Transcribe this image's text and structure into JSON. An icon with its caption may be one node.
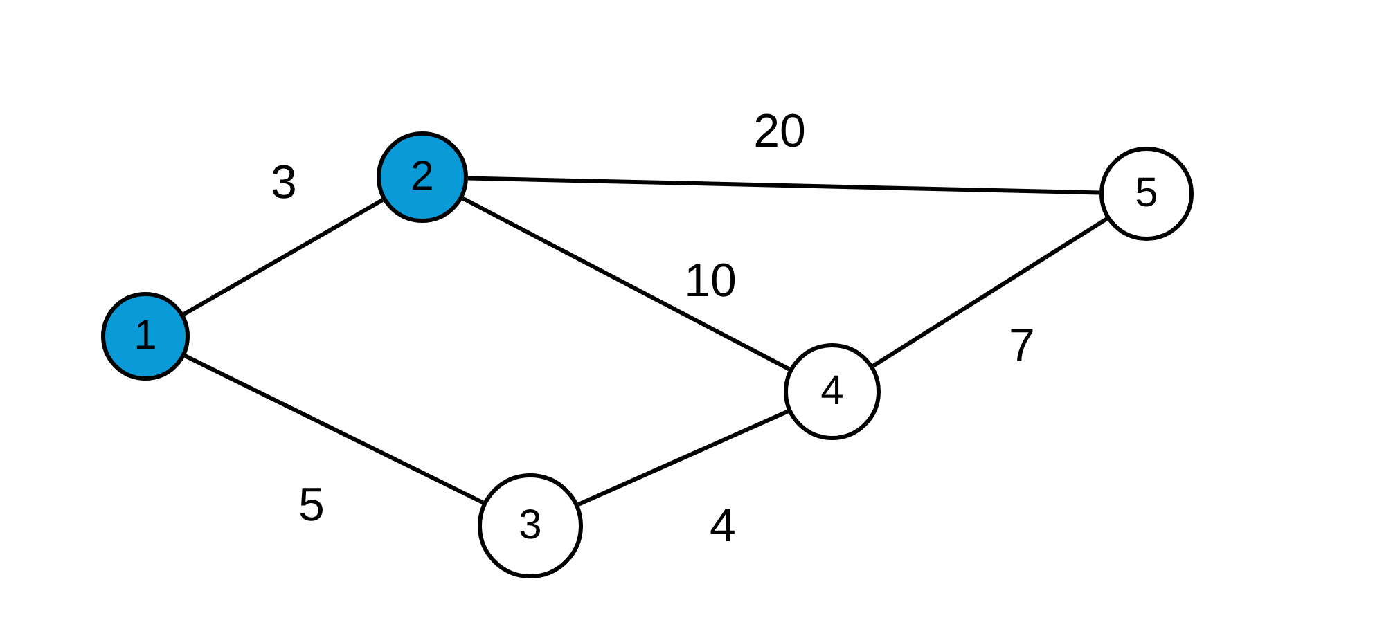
{
  "diagram": {
    "nodes": [
      {
        "text": [
          "1"
        ]
      },
      {
        "text": [
          "2"
        ]
      },
      {
        "text": [
          "3"
        ]
      },
      {
        "text": [
          "4"
        ]
      },
      {
        "text": [
          "5"
        ]
      }
    ],
    "edges": [
      {
        "from": 0,
        "to": 1,
        "arrow": "none",
        "label": "3"
      },
      {
        "from": 0,
        "to": 2,
        "arrow": "none",
        "label": "5"
      },
      {
        "from": 1,
        "to": 4,
        "arrow": "none",
        "label": "20"
      },
      {
        "from": 1,
        "to": 3,
        "arrow": "none",
        "label": "10"
      },
      {
        "from": 2,
        "to": 3,
        "arrow": "none",
        "label": "4"
      },
      {
        "from": 3,
        "to": 4,
        "arrow": "none",
        "label": "7"
      }
    ]
  }
}
